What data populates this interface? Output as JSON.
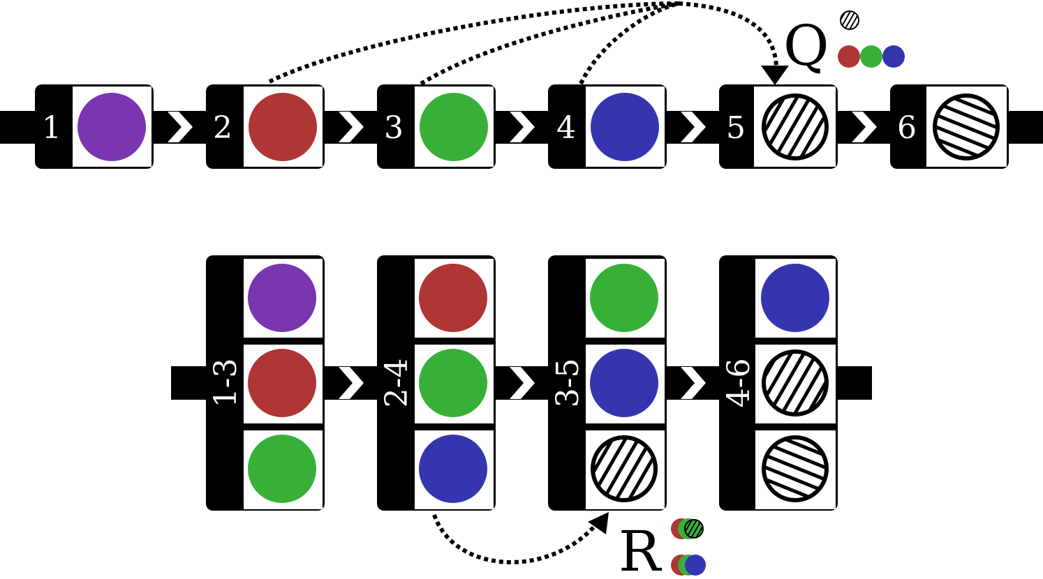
{
  "colors": {
    "purple": "#7a35b0",
    "red": "#b03535",
    "green": "#38b038",
    "blue": "#3535b0",
    "black": "#000000",
    "white": "#ffffff"
  },
  "top_row": {
    "cells": [
      {
        "label": "1",
        "fill": "purple"
      },
      {
        "label": "2",
        "fill": "red"
      },
      {
        "label": "3",
        "fill": "green"
      },
      {
        "label": "4",
        "fill": "blue"
      },
      {
        "label": "5",
        "fill": "hatch-diagonal"
      },
      {
        "label": "6",
        "fill": "hatch-horizontal"
      }
    ],
    "query": {
      "label": "Q",
      "legend_top": "hatch-diagonal",
      "legend_bottom": [
        "red",
        "green",
        "blue"
      ]
    }
  },
  "bottom_row": {
    "cells": [
      {
        "label": "1-3",
        "items": [
          "purple",
          "red",
          "green"
        ]
      },
      {
        "label": "2-4",
        "items": [
          "red",
          "green",
          "blue"
        ]
      },
      {
        "label": "3-5",
        "items": [
          "green",
          "blue",
          "hatch-diagonal"
        ]
      },
      {
        "label": "4-6",
        "items": [
          "blue",
          "hatch-diagonal",
          "hatch-horizontal"
        ]
      }
    ],
    "query": {
      "label": "R",
      "legend_top": [
        "red",
        "green",
        "hatch-diagonal"
      ],
      "legend_bottom": [
        "red",
        "green",
        "blue"
      ]
    }
  }
}
